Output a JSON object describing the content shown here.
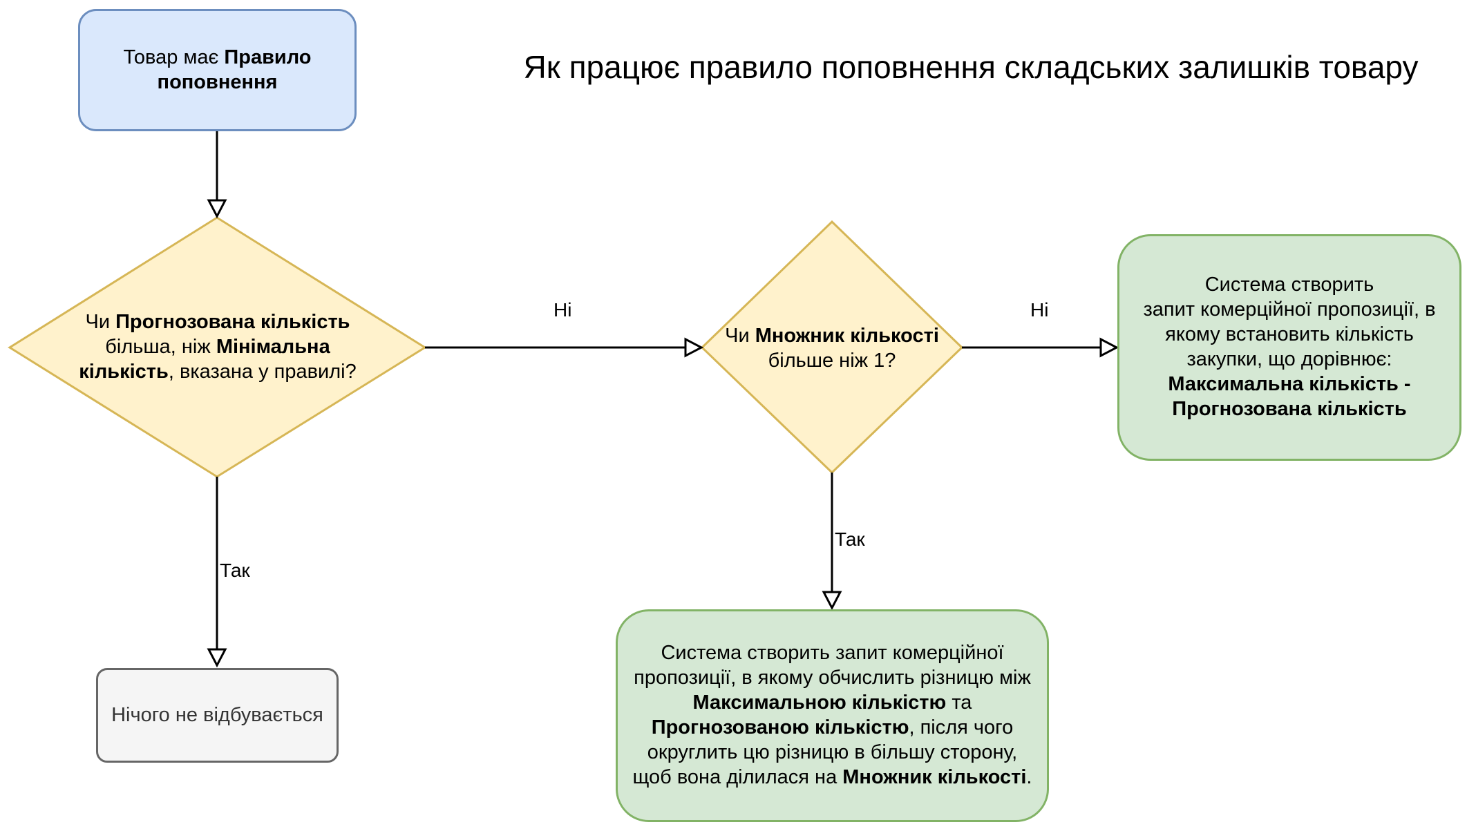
{
  "title": "Як працює правило поповнення складських залишків товару",
  "nodes": {
    "start": {
      "part1": "Товар має ",
      "part2_bold": "Правило поповнення"
    },
    "decision_min": {
      "part1": "Чи ",
      "part2_bold": "Прогнозована кількість",
      "part3": " більша, ніж ",
      "part4_bold": "Мінімальна кількість",
      "part5": ", вказана у правилі?"
    },
    "decision_multiplier": {
      "part1": "Чи ",
      "part2_bold": "Множник кількості",
      "part3": " більше ніж 1?"
    },
    "result_simple": {
      "line1": "Система створить",
      "line2": "запит комерційної пропозиції, в якому встановить кількість закупки, що дорівнює:",
      "line3_bold": "Максимальна кількість - Прогнозована кількість"
    },
    "result_rounded": {
      "part1": "Система створить запит комерційної пропозиції, в якому обчислить різницю між ",
      "part2_bold": "Максимальною кількістю",
      "part3": " та ",
      "part4_bold": "Прогнозованою кількістю",
      "part5": ", після чого округлить цю різницю в більшу сторону, щоб вона ділилася на ",
      "part6_bold": "Множник кількості",
      "part7": "."
    },
    "nothing": {
      "label": "Нічого не відбувається"
    }
  },
  "edges": {
    "no_1": "Ні",
    "no_2": "Ні",
    "yes_1": "Так",
    "yes_2": "Так"
  },
  "colors": {
    "blue_fill": "#dae8fc",
    "blue_stroke": "#6c8ebf",
    "yellow_fill": "#fff2cc",
    "yellow_stroke": "#d6b656",
    "green_fill": "#d5e8d4",
    "green_stroke": "#82b366",
    "gray_fill": "#f5f5f5",
    "gray_stroke": "#666666"
  }
}
